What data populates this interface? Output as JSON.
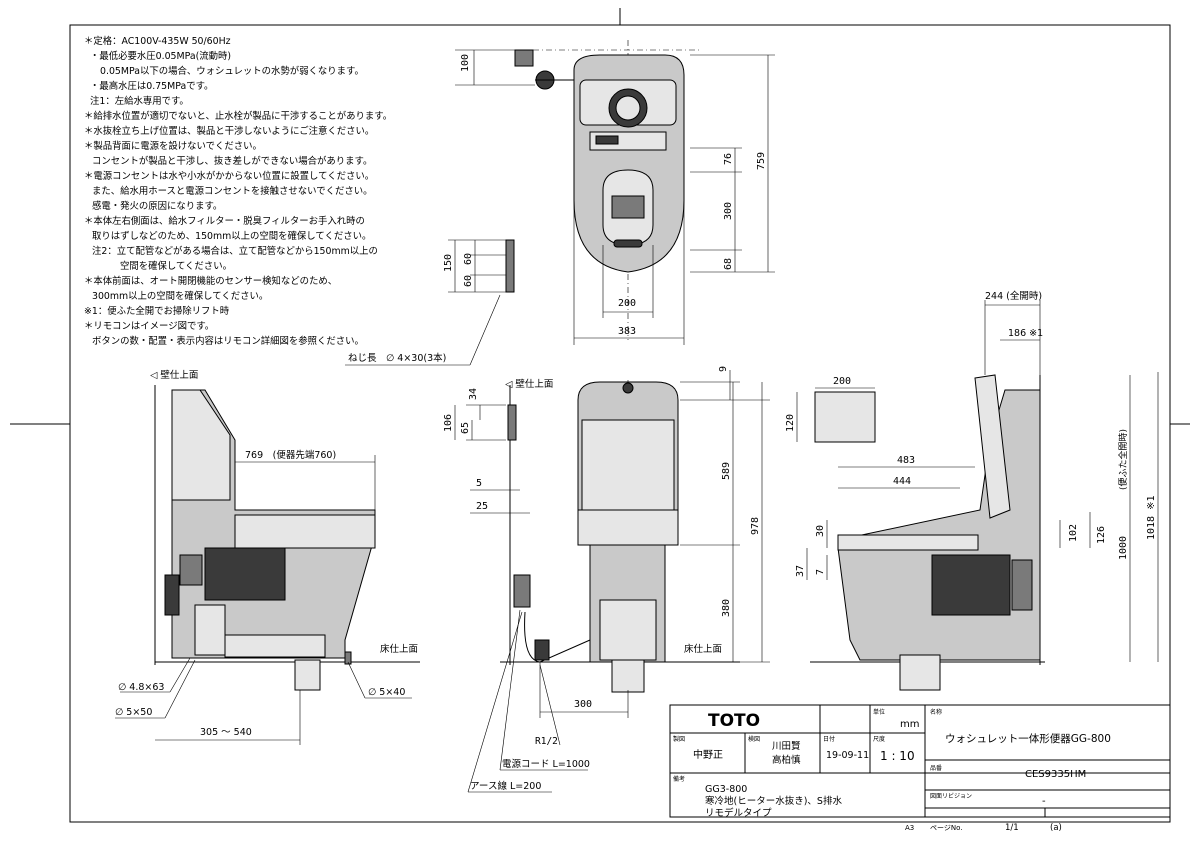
{
  "notes": [
    "＊定格：AC100V-435W 50/60Hz",
    "・最低必要水圧0.05MPa(流動時)",
    "0.05MPa以下の場合、ウォシュレットの水勢が弱くなります。",
    "・最高水圧は0.75MPaです。",
    "注1：左給水専用です。",
    "＊給排水位置が適切でないと、止水栓が製品に干渉することがあります。",
    "＊水抜栓立ち上げ位置は、製品と干渉しないようにご注意ください。",
    "＊製品背面に電源を設けないでください。",
    "コンセントが製品と干渉し、抜き差しができない場合があります。",
    "＊電源コンセントは水や小水がかからない位置に設置してください。",
    "また、給水用ホースと電源コンセントを接触させないでください。",
    "感電・発火の原因になります。",
    "＊本体左右側面は、給水フィルター・脱臭フィルターお手入れ時の",
    "取りはずしなどのため、150mm以上の空間を確保してください。",
    "注2：立て配管などがある場合は、立て配管などから150mm以上の",
    "空間を確保してください。",
    "＊本体前面は、オート開閉機能のセンサー検知などのため、",
    "300mm以上の空間を確保してください。",
    "※1：便ふた全開でお掃除リフト時",
    "＊リモコンはイメージ図です。",
    "ボタンの数・配置・表示内容はリモコン詳細図を参照ください。"
  ],
  "top_view": {
    "dims": {
      "d100": "100",
      "d759": "759",
      "d76": "76",
      "d300": "300",
      "d68": "68",
      "d200": "200",
      "d383": "383"
    },
    "bracket": {
      "d150": "150",
      "d60a": "60",
      "d60b": "60"
    },
    "screw": "ねじ長　∅ 4×30(3本)"
  },
  "left_view": {
    "wall": "◁ 壁仕上面",
    "floor": "床仕上面",
    "d769": "769　(便器先端760)",
    "d48": "∅ 4.8×63",
    "d5a": "∅ 5×50",
    "d5b": "∅ 5×40",
    "range": "305 ～ 540"
  },
  "front_view": {
    "wall": "◁ 壁仕上面",
    "floor": "床仕上面",
    "d9": "9",
    "d589": "589",
    "d978": "978",
    "d380": "380",
    "d34": "34",
    "d106": "106",
    "d65": "65",
    "d5": "5",
    "d25": "25",
    "d300": "300",
    "r12": "R1/2",
    "cord": "電源コード L=1000",
    "earth": "アース線 L=200"
  },
  "right_view": {
    "d244": "244 (全開時)",
    "d186": "186 ※1",
    "d200": "200",
    "d120": "120",
    "d483": "483",
    "d444": "444",
    "d30": "30",
    "d37": "37",
    "d7": "7",
    "d102": "102",
    "d126": "126",
    "d1000": "1000",
    "lid_open": "(便ふた全開時)",
    "d1018": "1018 ※1"
  },
  "title_block": {
    "brand": "TOTO",
    "unit_label": "単位",
    "unit": "mm",
    "name_label": "名称",
    "name": "ウォシュレット一体形便器GG-800",
    "drafter_label": "製図",
    "drafter": "中野正",
    "checker_label": "検図",
    "checker1": "川田賢",
    "checker2": "高柏慎",
    "date_label": "日付",
    "date": "19-09-11",
    "scale_label": "尺度",
    "scale": "1 : 10",
    "number_label": "品番",
    "number": "CES9335HM",
    "remarks_label": "備考",
    "remark1": "GG3-800",
    "remark2": "寒冷地(ヒーター水抜き)、S排水",
    "remark3": "リモデルタイプ",
    "revision_label": "図面リビジョン",
    "revision": "-",
    "sheet": "A3",
    "page_label": "ページNo.",
    "page": "1/1",
    "page_mark": "(a)"
  }
}
